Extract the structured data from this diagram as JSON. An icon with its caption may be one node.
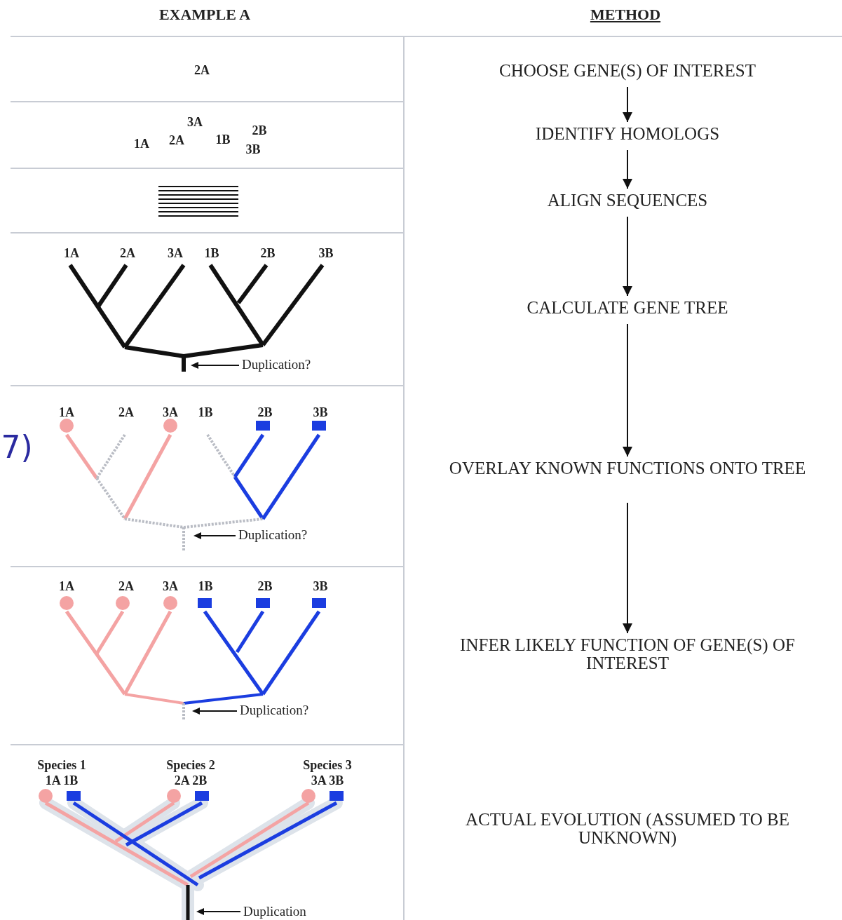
{
  "diagram": {
    "nodes": [
      {
        "text": [
          "CHOOSE GENE(S) OF INTEREST"
        ]
      },
      {
        "text": [
          "IDENTIFY HOMOLOGS"
        ]
      },
      {
        "text": [
          "ALIGN SEQUENCES"
        ]
      },
      {
        "text": [
          "CALCULATE GENE TREE"
        ]
      },
      {
        "text": [
          "OVERLAY KNOWN FUNCTIONS ONTO TREE"
        ]
      },
      {
        "text": [
          "INFER LIKELY FUNCTION OF GENE(S) OF INTEREST"
        ]
      },
      {
        "text": [
          "ACTUAL EVOLUTION (ASSUMED TO BE UNKNOWN)"
        ]
      },
      {
        "text": [
          "Duplication?"
        ]
      },
      {
        "text": [
          "Duplication?"
        ]
      },
      {
        "text": [
          "Duplication?"
        ]
      },
      {
        "text": [
          "Duplication"
        ]
      }
    ],
    "edges": [
      {
        "from": 0,
        "to": 1,
        "arrow": "to"
      },
      {
        "from": 1,
        "to": 2,
        "arrow": "to"
      },
      {
        "from": 2,
        "to": 3,
        "arrow": "to"
      },
      {
        "from": 3,
        "to": 4,
        "arrow": "to"
      },
      {
        "from": 4,
        "to": 5,
        "arrow": "to"
      },
      {
        "from": 7,
        "to": null,
        "arrow": "to"
      },
      {
        "from": 8,
        "to": null,
        "arrow": "to"
      },
      {
        "from": 9,
        "to": null,
        "arrow": "to"
      },
      {
        "from": 10,
        "to": null,
        "arrow": "to"
      }
    ],
    "labels": [
      "EXAMPLE A",
      "METHOD",
      "2A",
      "3A",
      "1A",
      "2A",
      "1B",
      "2B",
      "3B",
      "1A",
      "2A",
      "3A",
      "1B",
      "2B",
      "3B",
      "7)",
      "1A",
      "2A",
      "3A",
      "1B",
      "2B",
      "3B",
      "1A",
      "2A",
      "3A",
      "1B",
      "2B",
      "3B",
      "Species 1",
      "1A 1B",
      "Species 2",
      "2A 2B",
      "Species 3",
      "3A 3B"
    ]
  }
}
